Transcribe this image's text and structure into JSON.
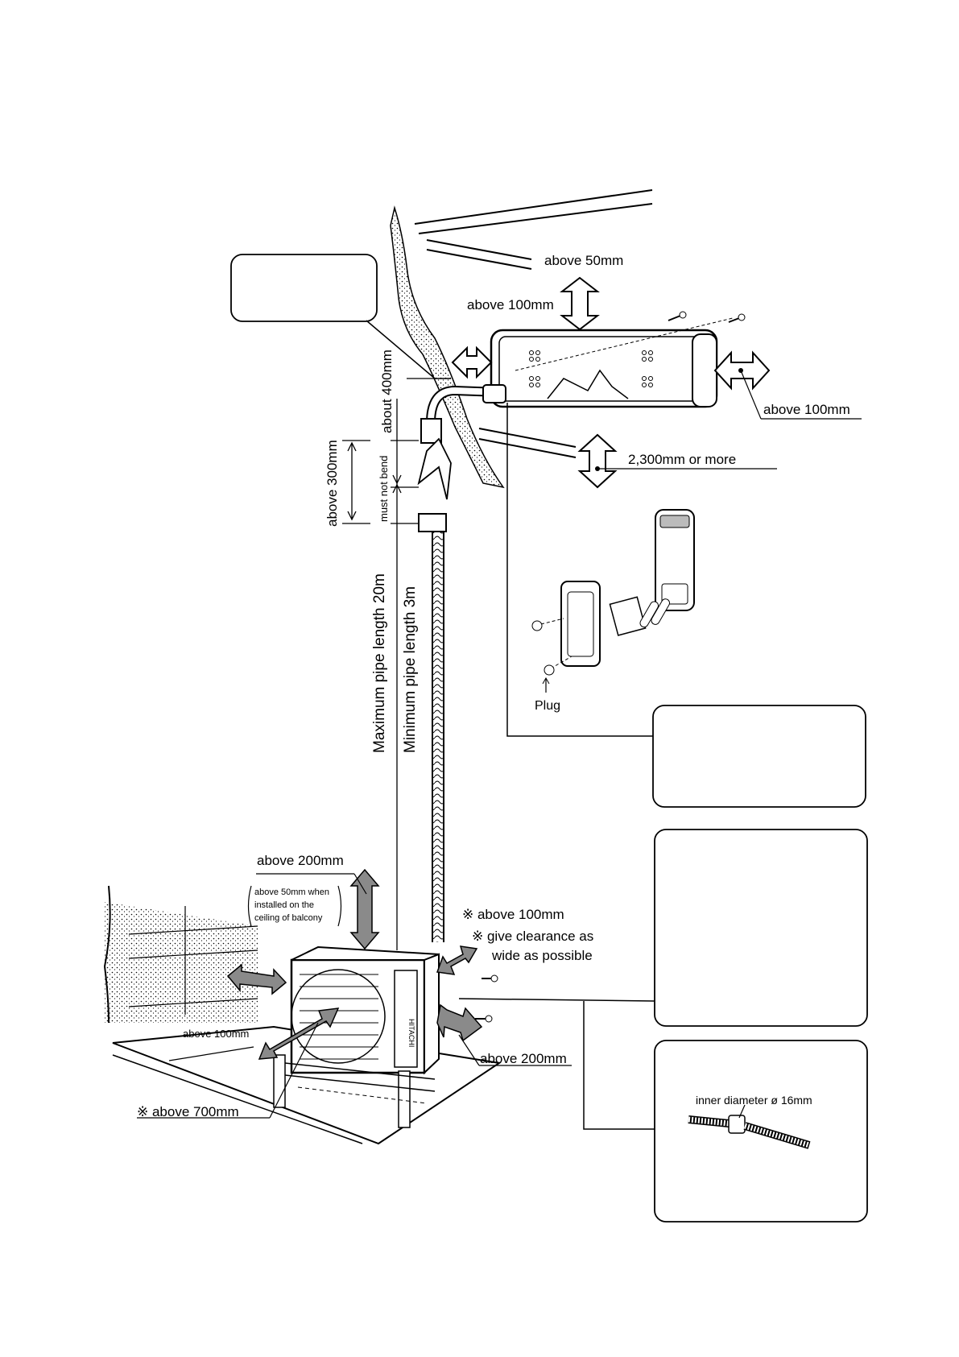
{
  "labels": {
    "above_50mm_top": "above 50mm",
    "above_100mm_left": "above 100mm",
    "above_100mm_right": "above 100mm",
    "clearance_2300": "2,300mm or more",
    "about_400mm": "about 400mm",
    "must_not_bend": "must not bend",
    "above_300mm": "above 300mm",
    "max_pipe_length": "Maximum pipe length 20m",
    "min_pipe_length": "Minimum pipe length 3m",
    "plug": "Plug",
    "above_200mm_top": "above 200mm",
    "balcony_line1": "above 50mm when",
    "balcony_line2": "installed on the",
    "balcony_line3": "ceiling of balcony",
    "ref_above_100mm": "※ above 100mm",
    "ref_clearance_line1": "※ give clearance as",
    "ref_clearance_line2": "wide as possible",
    "above_100mm_outdoor": "above 100mm",
    "above_200mm_side": "above 200mm",
    "ref_above_700mm": "※ above 700mm",
    "inner_diameter": "inner diameter ø 16mm",
    "brand": "HITACHI"
  },
  "colors": {
    "line": "#000000",
    "arrow_fill": "#8a8a8a",
    "hatch": "#000000",
    "background": "#ffffff"
  },
  "icons": {
    "indoor_unit": "wall-mounted-indoor-unit-icon",
    "outdoor_unit": "outdoor-unit-icon",
    "remote": "remote-controller-icon",
    "screw": "screw-icon",
    "drain_hose": "drain-hose-joint-icon"
  }
}
